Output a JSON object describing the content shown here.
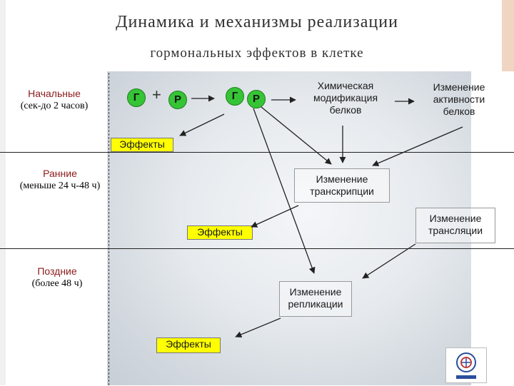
{
  "title": {
    "line1": "Динамика и механизмы реализации",
    "line2": "гормональных эффектов в клетке"
  },
  "stages": {
    "initial": {
      "name": "Начальные",
      "duration": "(сек-до 2 часов)"
    },
    "early": {
      "name": "Ранние",
      "duration": "(меньше 24 ч-48 ч)"
    },
    "late": {
      "name": "Поздние",
      "duration": "(более 48 ч)"
    }
  },
  "complex": {
    "hormone": "Г",
    "receptor": "Р",
    "plus": "+"
  },
  "boxes": {
    "chem_mod": "Химическая модификация белков",
    "activity": "Изменение активности белков",
    "transcription": "Изменение транскрипции",
    "translation": "Изменение трансляции",
    "replication": "Изменение репликации"
  },
  "effects": {
    "first": "Эффекты",
    "second": "Эффекты",
    "third": "Эффекты"
  },
  "colors": {
    "effect_fill": "#ffff00",
    "circle_fill": "#35c435",
    "stage_name": "#8b1a1a"
  }
}
